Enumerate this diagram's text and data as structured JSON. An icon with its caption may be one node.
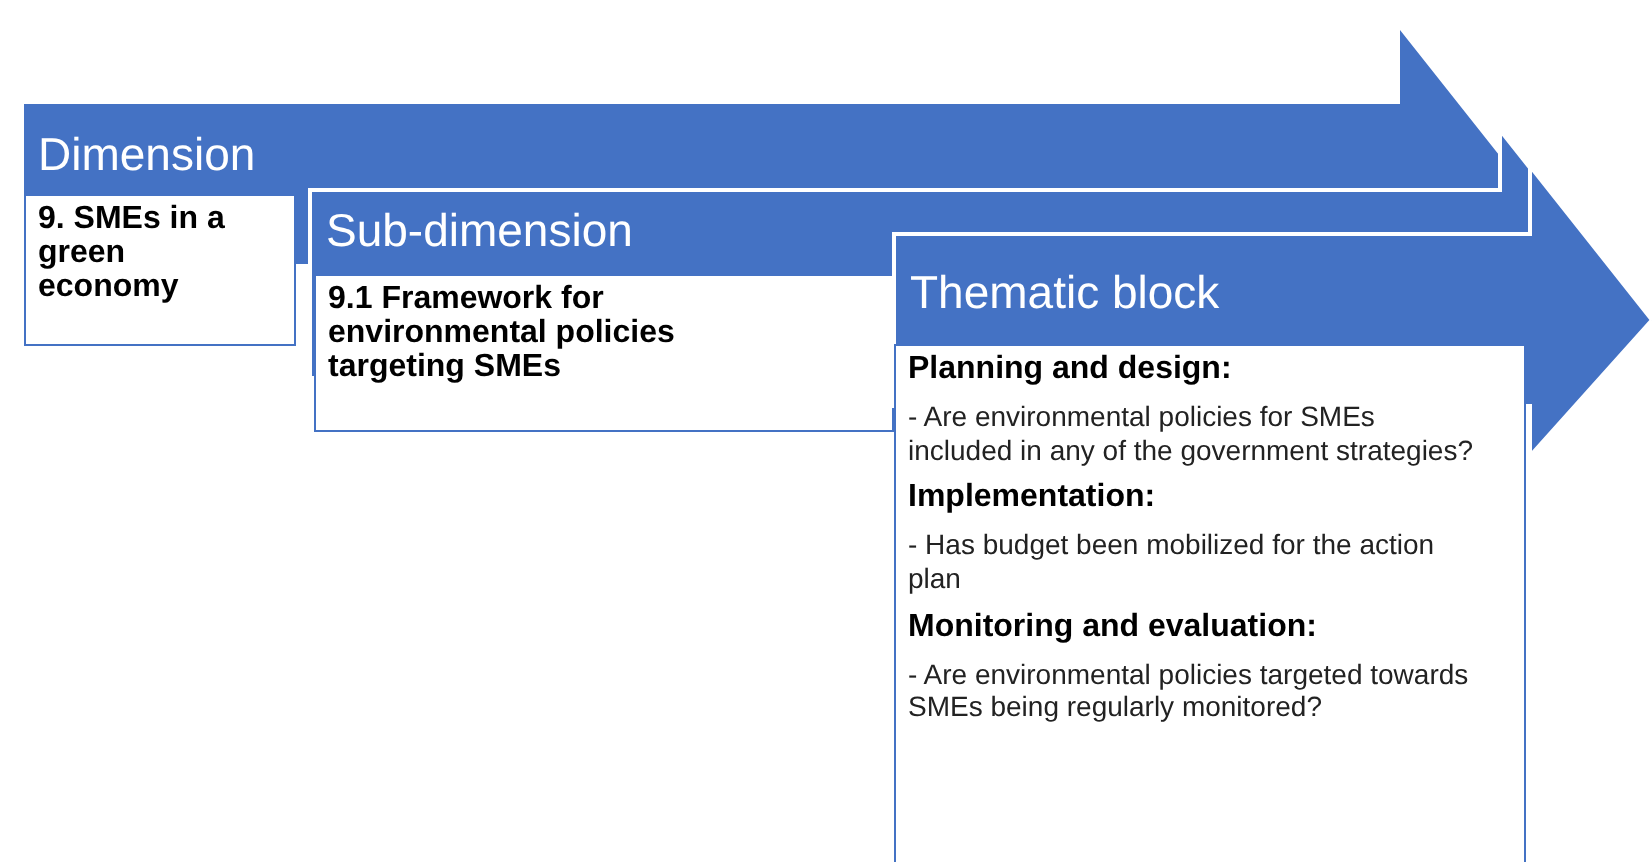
{
  "diagram": {
    "nodes": [
      {
        "text": [
          "Dimension"
        ]
      },
      {
        "text": [
          "9. SMEs in a green economy"
        ]
      },
      {
        "text": [
          "Sub-dimension"
        ]
      },
      {
        "text": [
          "9.1 Framework for environmental policies targeting SMEs"
        ]
      },
      {
        "text": [
          "Thematic block"
        ]
      },
      {
        "text": [
          "Planning and design:",
          "- Are environmental policies for SMEs included in any of the government strategies?",
          "Implementation:",
          "- Has budget been mobilized for the action plan",
          "Monitoring and evaluation:",
          "- Are environmental policies targeted towards SMEs being regularly monitored?"
        ]
      }
    ]
  }
}
